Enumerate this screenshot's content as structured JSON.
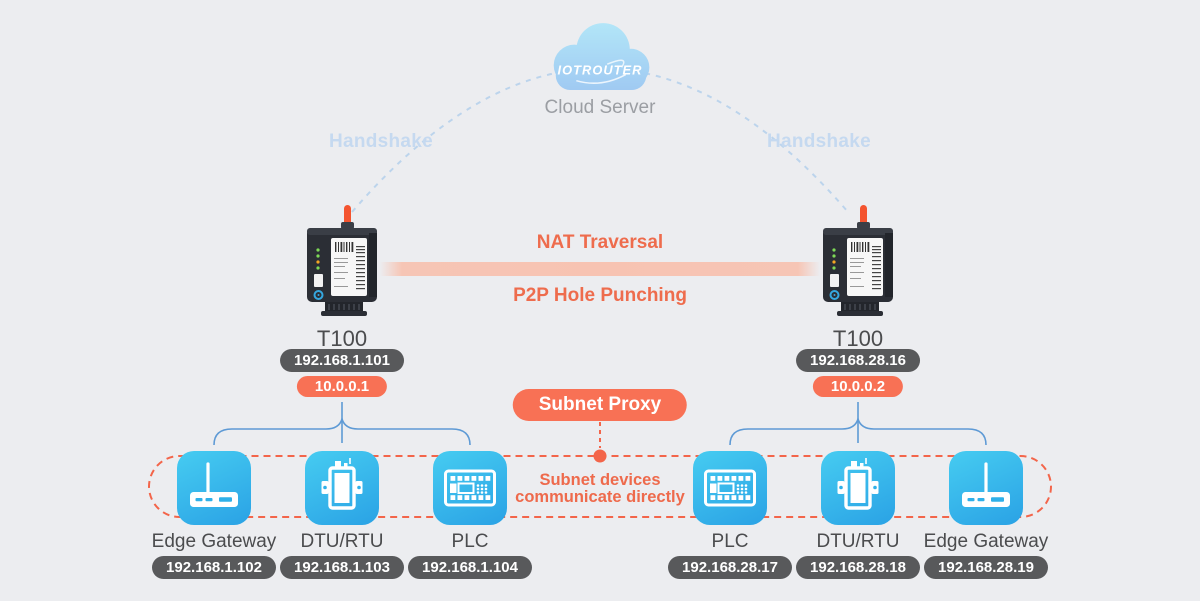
{
  "cloud": {
    "logo": "IOTROUTER",
    "label": "Cloud Server"
  },
  "links": {
    "handshake_left": "Handshake",
    "handshake_right": "Handshake",
    "nat": "NAT Traversal",
    "p2p": "P2P Hole Punching"
  },
  "proxy": {
    "label": "Subnet Proxy",
    "note_line1": "Subnet devices",
    "note_line2": "communicate directly"
  },
  "routers": {
    "left": {
      "model": "T100",
      "lan_ip": "192.168.1.101",
      "vpn_ip": "10.0.0.1"
    },
    "right": {
      "model": "T100",
      "lan_ip": "192.168.28.16",
      "vpn_ip": "10.0.0.2"
    }
  },
  "subnet_left": {
    "items": [
      {
        "label": "Edge Gateway",
        "ip": "192.168.1.102",
        "icon": "edge-gateway-icon"
      },
      {
        "label": "DTU/RTU",
        "ip": "192.168.1.103",
        "icon": "dtu-rtu-icon"
      },
      {
        "label": "PLC",
        "ip": "192.168.1.104",
        "icon": "plc-icon"
      }
    ]
  },
  "subnet_right": {
    "items": [
      {
        "label": "PLC",
        "ip": "192.168.28.17",
        "icon": "plc-icon"
      },
      {
        "label": "DTU/RTU",
        "ip": "192.168.28.18",
        "icon": "dtu-rtu-icon"
      },
      {
        "label": "Edge Gateway",
        "ip": "192.168.28.19",
        "icon": "edge-gateway-icon"
      }
    ]
  },
  "colors": {
    "background": "#ecedf0",
    "accent_orange_text": "#ee6c4d",
    "pill_orange": "#f87155",
    "pill_dark": "#58595b",
    "dashed_border_orange": "#f3654a",
    "brace_blue": "#5e9ad5",
    "arc_blue": "#bcd4ec",
    "handshake_text_blue": "#c5d9f0",
    "band_peach": "#f7c3b2",
    "icon_blue_top": "#46ccf1",
    "icon_blue_bottom": "#2aa2e5",
    "cloud_blue_top": "#b3e7f8",
    "cloud_blue_bottom": "#9fc9f2",
    "label_dark": "#4b4c4e",
    "label_gray": "#9b9ea3",
    "antenna_orange": "#f4542f"
  }
}
